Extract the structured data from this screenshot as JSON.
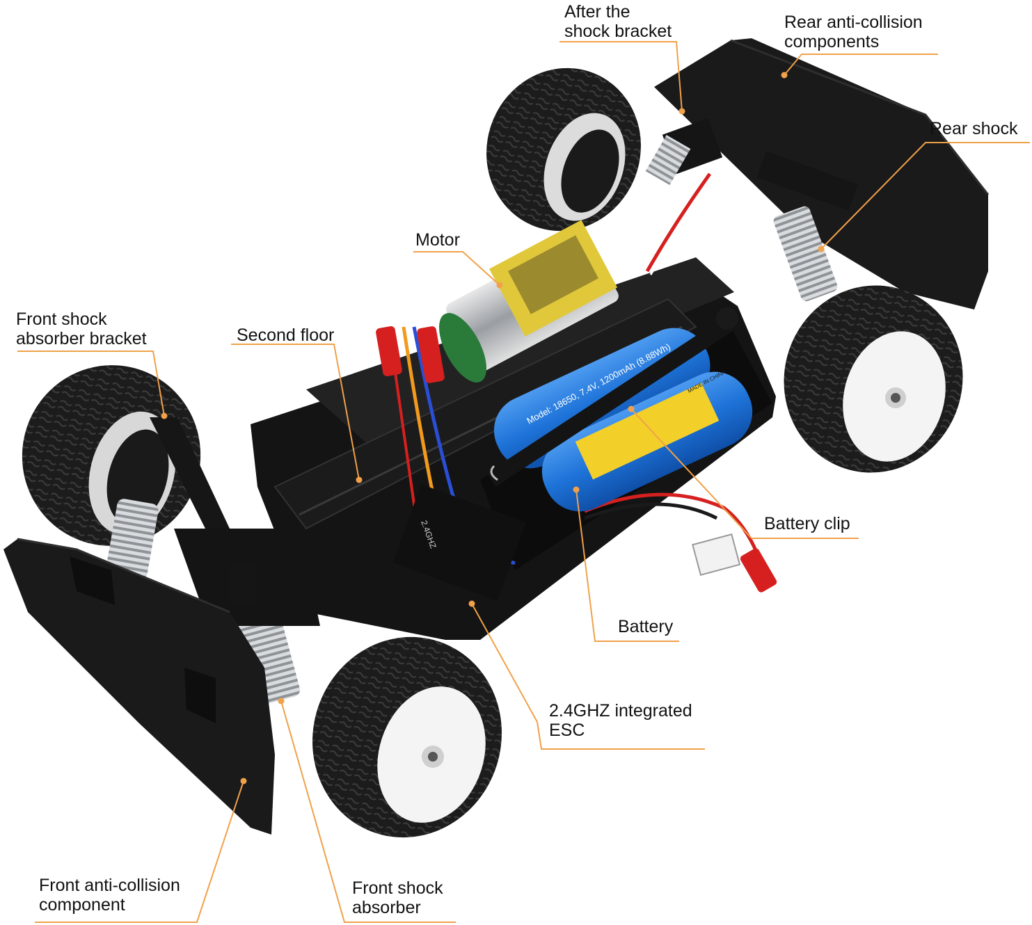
{
  "colors": {
    "accent": "#f0a14a",
    "chassis": "#151515",
    "tire": "#1a1a1a",
    "rim": "#f4f4f4",
    "battery_blue": "#1e73d8",
    "battery_yellow": "#f3cf2a",
    "spring": "#bfc2c6",
    "wire_red": "#d62020"
  },
  "battery_print": {
    "model": "Model: 18650, 7.4V, 1200mAh (8.88Wh)",
    "origin": "MADE IN CHINA"
  },
  "esc_print": {
    "freq": "2.4GHZ"
  },
  "callouts": {
    "after_shock_bracket": {
      "line1": "After the",
      "line2": "shock bracket"
    },
    "rear_anti_collision": {
      "line1": "Rear anti-collision",
      "line2": "components"
    },
    "rear_shock": {
      "line1": "Rear shock"
    },
    "motor": {
      "line1": "Motor"
    },
    "front_shock_bracket": {
      "line1": "Front shock",
      "line2": "absorber bracket"
    },
    "second_floor": {
      "line1": "Second floor"
    },
    "battery_clip": {
      "line1": "Battery clip"
    },
    "battery": {
      "line1": "Battery"
    },
    "esc": {
      "line1": "2.4GHZ integrated",
      "line2": "ESC"
    },
    "front_anti_collision": {
      "line1": "Front anti-collision",
      "line2": "component"
    },
    "front_shock_absorber": {
      "line1": "Front shock",
      "line2": "absorber"
    }
  }
}
